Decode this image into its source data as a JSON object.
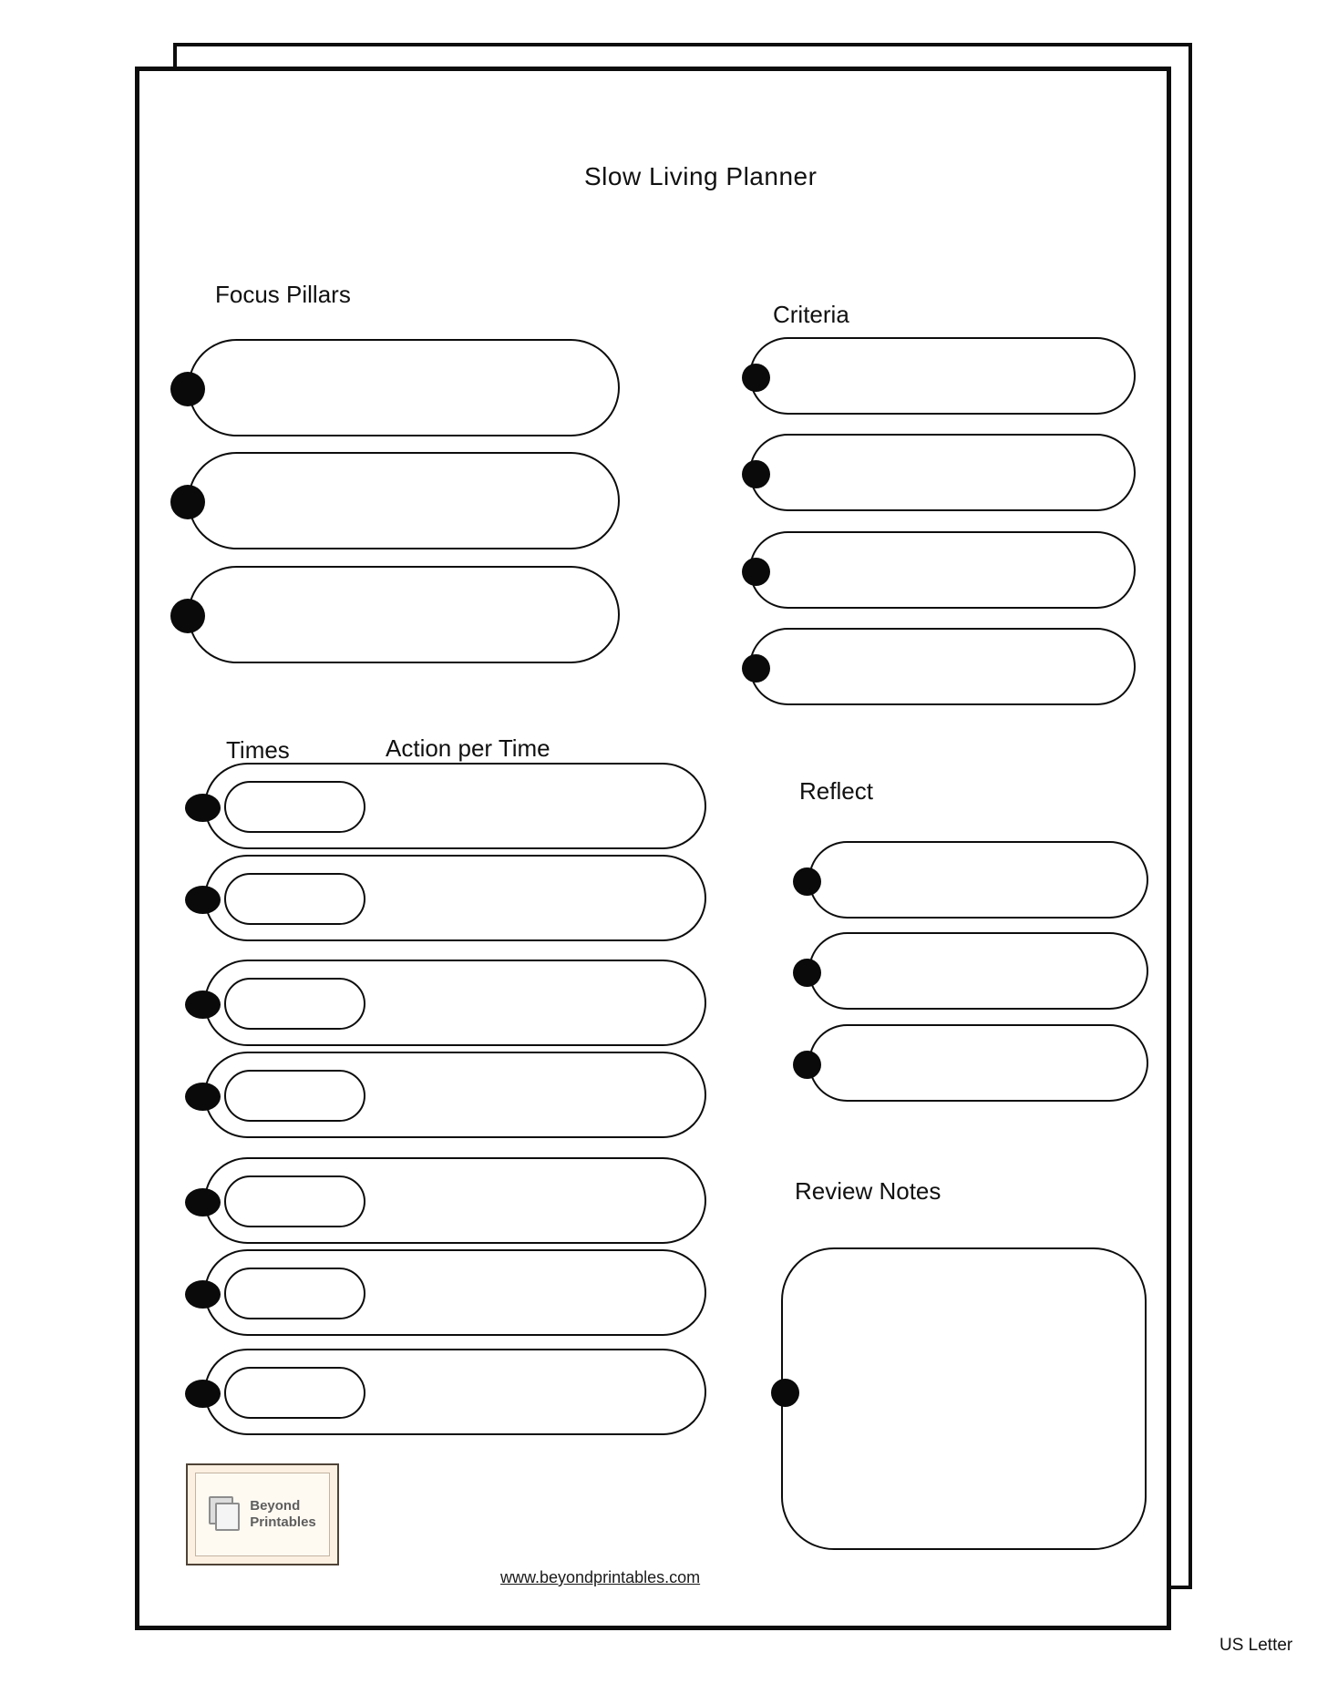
{
  "page": {
    "title": "Slow Living Planner",
    "website_link": "www.beyondprintables.com",
    "paper_size_label": "US Letter"
  },
  "sections": {
    "focus_pillars": {
      "heading": "Focus Pillars",
      "field_count": 3
    },
    "criteria": {
      "heading": "Criteria",
      "field_count": 4
    },
    "times": {
      "heading": "Times",
      "row_count": 7
    },
    "action_per_time": {
      "heading": "Action per Time"
    },
    "reflect": {
      "heading": "Reflect",
      "field_count": 3
    },
    "review_notes": {
      "heading": "Review Notes"
    }
  },
  "logo": {
    "name_line1": "Beyond",
    "name_line2": "Printables"
  },
  "colors": {
    "ink": "#0d0d0d",
    "bullet": "#0a0a0a",
    "logo_background": "#fbf0e1"
  }
}
